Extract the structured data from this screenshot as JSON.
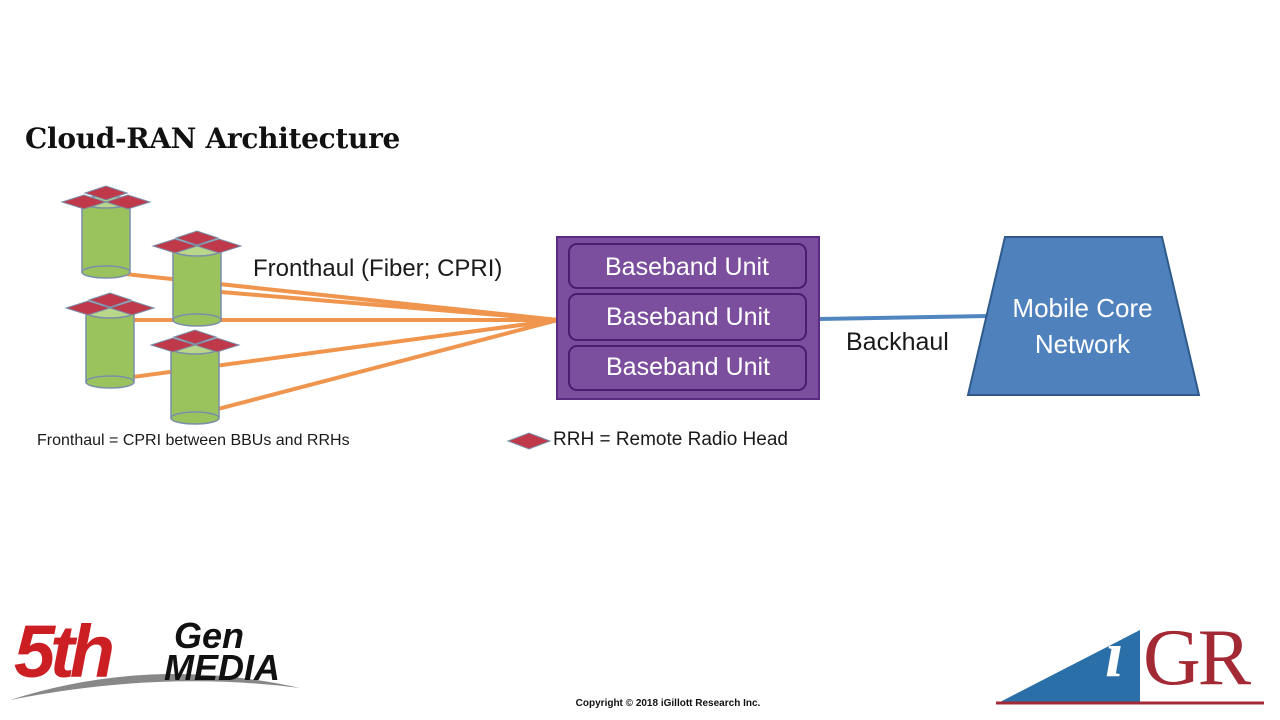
{
  "title": "Cloud-RAN Architecture",
  "fronthaul_label": "Fronthaul (Fiber; CPRI)",
  "backhaul_label": "Backhaul",
  "bbu_stack": [
    {
      "label": "Baseband Unit"
    },
    {
      "label": "Baseband Unit"
    },
    {
      "label": "Baseband Unit"
    }
  ],
  "core_network": {
    "line1": "Mobile Core",
    "line2": "Network"
  },
  "notes": {
    "fronthaul_definition": "Fronthaul = CPRI between BBUs and RRHs",
    "rrh_legend": "RRH = Remote Radio Head"
  },
  "copyright": "Copyright © 2018 iGillott Research Inc.",
  "logos": {
    "left": {
      "line1": "5th",
      "line2": "Gen",
      "line3": "MEDIA"
    },
    "right": {
      "letter_i": "i",
      "letters_gr": "GR"
    }
  },
  "colors": {
    "fronthaul": "#f0954e",
    "backhaul": "#4f86c0",
    "bbu_fill": "#7b4f9d",
    "bbu_border": "#5a2d82",
    "core_fill": "#4f81bd",
    "core_border": "#2f5a8c",
    "rrh_tower": "#9bc35d",
    "rrh_antenna": "#c0394b",
    "logo_red": "#cc1f24",
    "logo_blue": "#2a6fa8",
    "logo_maroon": "#a32a34"
  }
}
